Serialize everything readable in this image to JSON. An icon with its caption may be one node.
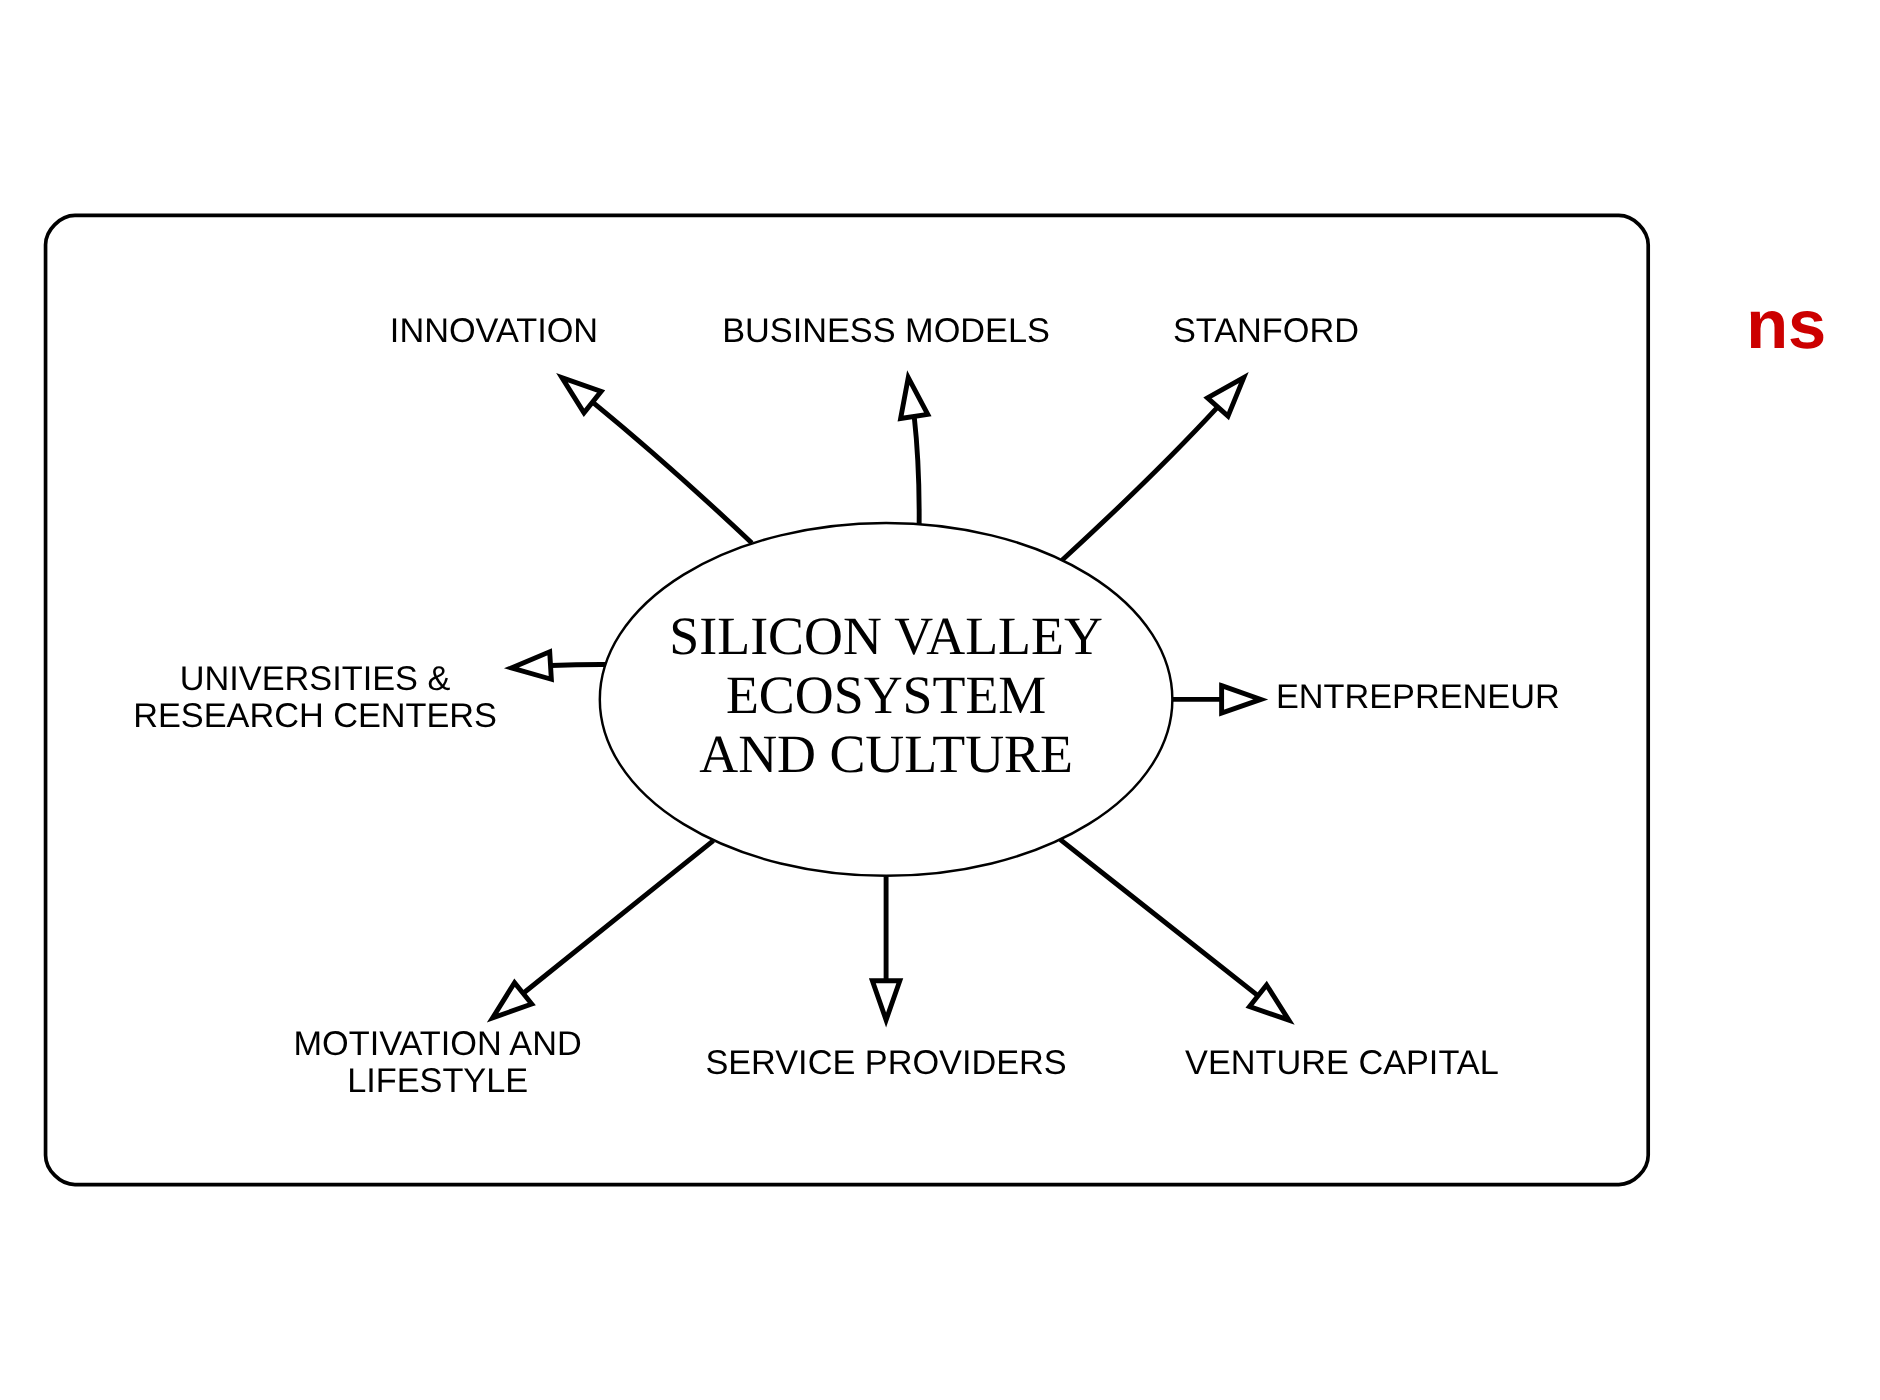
{
  "diagram": {
    "nodes": [
      {
        "text": [],
        "shape": "ellipse"
      },
      {
        "text": [
          "SILICON VALLEY ECOSYSTEM AND CULTURE"
        ],
        "in": 0
      },
      {
        "text": [
          "STANFORD"
        ],
        "in": 0
      },
      {
        "text": [
          "BUSINESS MODELS"
        ],
        "in": 0
      },
      {
        "text": [
          "INNOVATION"
        ],
        "in": 0
      },
      {
        "text": [
          "ENTREPRENEUR"
        ],
        "in": 0
      },
      {
        "text": [
          "UNIVERSITIES & RESEARCH CENTERS"
        ],
        "in": 0
      },
      {
        "text": [
          "MOTIVATION AND LIFESTYLE"
        ],
        "in": 0
      },
      {
        "text": [
          "SERVICE PROVIDERS"
        ],
        "in": 0
      },
      {
        "text": [
          "VENTURE CAPITAL"
        ],
        "in": 0
      }
    ],
    "edges": [
      {
        "from": 1,
        "to": 2,
        "arrow": "to"
      },
      {
        "from": 1,
        "to": 3,
        "arrow": "to"
      },
      {
        "from": 1,
        "to": 4,
        "arrow": "to"
      },
      {
        "from": 1,
        "to": 5,
        "arrow": "to"
      },
      {
        "from": 1,
        "to": 6,
        "arrow": "to"
      },
      {
        "from": 1,
        "to": 7,
        "arrow": "to"
      },
      {
        "from": 1,
        "to": 8,
        "arrow": "to"
      },
      {
        "from": 1,
        "to": 9,
        "arrow": "to"
      }
    ],
    "labels": [
      "ns"
    ]
  }
}
